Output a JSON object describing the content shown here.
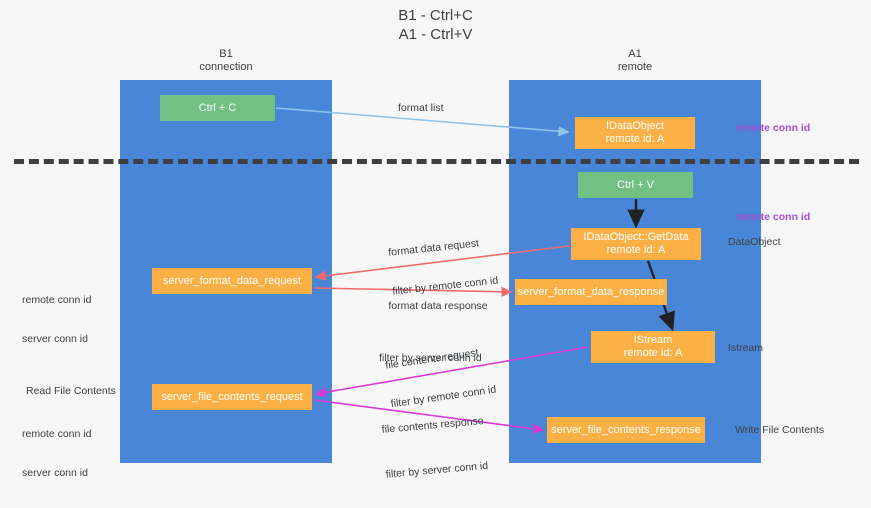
{
  "diagram": {
    "title": "B1 - Ctrl+C\nA1 - Ctrl+V",
    "lanes": [
      {
        "id": "b1",
        "header": "B1\nconnection"
      },
      {
        "id": "a1",
        "header": "A1\nremote"
      }
    ],
    "nodes": [
      {
        "id": "ctrl-c",
        "label": "Ctrl + C",
        "color": "#72c082"
      },
      {
        "id": "idataobject",
        "label": "IDataObject\nremote id: A",
        "color": "#fbb046"
      },
      {
        "id": "ctrl-v",
        "label": "Ctrl + V",
        "color": "#72c082"
      },
      {
        "id": "idataobject-getdata",
        "label": "IDataObject::GetData\nremote id: A",
        "color": "#fbb046"
      },
      {
        "id": "server-format-data-request",
        "label": "server_format_data_request",
        "color": "#fbb046"
      },
      {
        "id": "server-format-data-response",
        "label": "server_format_data_response",
        "color": "#fbb046"
      },
      {
        "id": "istream",
        "label": "IStream\nremote id: A",
        "color": "#fbb046"
      },
      {
        "id": "server-file-contents-request",
        "label": "server_file_contents_request",
        "color": "#fbb046"
      },
      {
        "id": "server-file-contents-response",
        "label": "server_file_contents_response",
        "color": "#fbb046"
      }
    ],
    "edge_labels": {
      "format_list": "format list",
      "format_data_request": "format data request",
      "format_data_request_filter_prefix": "filter by ",
      "format_data_request_filter_key": "remote conn id",
      "format_data_response": "format data response",
      "format_data_response_filter_prefix": "filter by ",
      "format_data_response_filter_key": "server conn id",
      "file_contents_request": "file contents request",
      "file_contents_request_filter_prefix": "filter by ",
      "file_contents_request_filter_key": "remote conn id",
      "file_contents_response": "file contents response",
      "file_contents_response_filter_prefix": "filter by ",
      "file_contents_response_filter_key": "server conn id"
    },
    "side_labels": {
      "remote_conn_id_top": "remote conn id",
      "remote_conn_id_mid": "remote conn id",
      "dataobject": "DataObject",
      "istream": "Istream",
      "write_file_contents": "Write File Contents",
      "read_file_contents": "Read File Contents",
      "left_remote_conn_id_1": "remote conn id",
      "left_server_conn_id_1": "server conn id",
      "left_remote_conn_id_2": "remote conn id",
      "left_server_conn_id_2": "server conn id"
    },
    "colors": {
      "lane": "#4a86d8",
      "green_node": "#72c082",
      "orange_node": "#fbb046",
      "purple": "#a74fd3",
      "green_text": "#5bbd72",
      "pink": "#ef5fa7",
      "red_arrow": "#f26b6b",
      "magenta_arrow": "#d63bd6",
      "light_blue_arrow": "#8fc3ea",
      "black_arrow": "#202124",
      "background": "#f7f7f7"
    }
  }
}
